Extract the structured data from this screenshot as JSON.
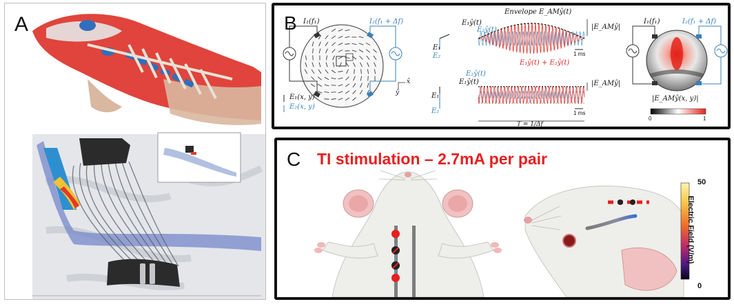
{
  "panels": {
    "a": {
      "letter": "A"
    },
    "b": {
      "letter": "B",
      "labels": {
        "i1": "I₁(f₁)",
        "i2": "I₂(f₁ + Δf)",
        "e1_xy": "E₁(x, y)",
        "e2_xy": "E₂(x, y)",
        "e1": "E₁",
        "e2": "E₂",
        "x_axis": "x̂",
        "y_axis": "ŷ",
        "envelope": "Envelope E_AMŷ(t)",
        "e1y": "E₁ŷ(t)",
        "e2y": "E₂ŷ(t)",
        "sum": "E₁ŷ(t) + E₂ŷ(t)",
        "e_am": "|E_AMŷ|",
        "scale": "1 ms",
        "period": "T = 1/Δf",
        "field_label": "|E_AMŷ(x, y)|",
        "scale_min": "0",
        "scale_max": "1"
      }
    },
    "c": {
      "letter": "C",
      "title": "TI stimulation – 2.7mA per pair",
      "colorbar": {
        "label": "Electric Field (V/m)",
        "min": "0",
        "max": "50"
      }
    }
  },
  "colors": {
    "accent_red": "#e61f1f",
    "blue": "#3a7fb8",
    "tissue_red": "#e0443c",
    "bone": "#d9d5c8"
  }
}
